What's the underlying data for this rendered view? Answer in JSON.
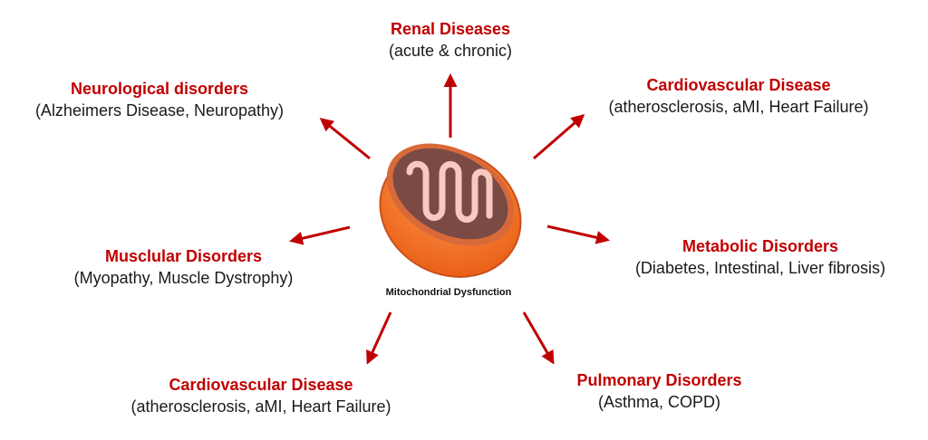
{
  "center": {
    "label": "Mitochondrial Dysfunction"
  },
  "colors": {
    "title": "#c00000",
    "arrow": "#c00000",
    "text": "#1a1a1a",
    "mito_outer": "#f26d21",
    "mito_inner": "#7a4a45",
    "mito_cristae": "#f7c9c0"
  },
  "nodes": [
    {
      "title": "Renal Diseases",
      "subtitle": "(acute & chronic)"
    },
    {
      "title": "Cardiovascular Disease",
      "subtitle": "(atherosclerosis, aMI, Heart Failure)"
    },
    {
      "title": "Metabolic Disorders",
      "subtitle": "(Diabetes, Intestinal, Liver fibrosis)"
    },
    {
      "title": "Pulmonary Disorders",
      "subtitle": "(Asthma, COPD)"
    },
    {
      "title": "Cardiovascular Disease",
      "subtitle": "(atherosclerosis, aMI, Heart Failure)"
    },
    {
      "title": "Musclular Disorders",
      "subtitle": "(Myopathy, Muscle Dystrophy)"
    },
    {
      "title": "Neurological disorders",
      "subtitle": "(Alzheimers Disease, Neuropathy)"
    }
  ]
}
